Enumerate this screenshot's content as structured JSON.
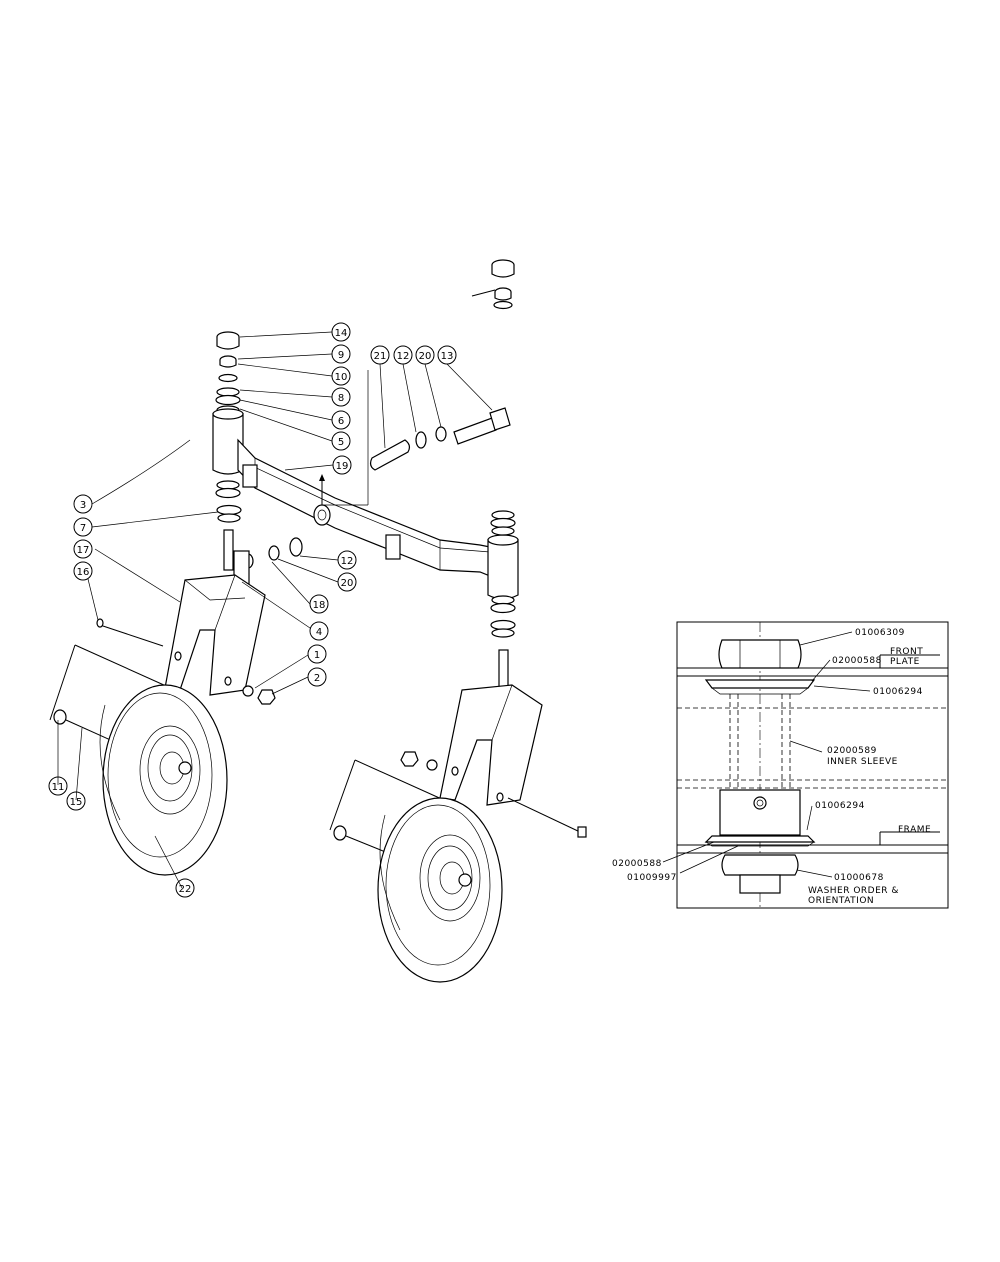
{
  "callouts": {
    "c14": "14",
    "c9": "9",
    "c10": "10",
    "c8": "8",
    "c6": "6",
    "c5": "5",
    "c3": "3",
    "c7": "7",
    "c17": "17",
    "c16": "16",
    "c11": "11",
    "c15": "15",
    "c22": "22",
    "c21": "21",
    "c12a": "12",
    "c20a": "20",
    "c13": "13",
    "c19": "19",
    "c12b": "12",
    "c20b": "20",
    "c18": "18",
    "c4": "4",
    "c1": "1",
    "c2": "2"
  },
  "detail": {
    "p01006309": "01006309",
    "p02000588_top": "02000588",
    "front_plate_1": "FRONT",
    "front_plate_2": "PLATE",
    "p01006294_top": "01006294",
    "p02000589": "02000589",
    "inner_sleeve": "INNER SLEEVE",
    "p01006294_bot": "01006294",
    "frame": "FRAME",
    "p02000588_bot": "02000588",
    "p01009997": "01009997",
    "p01000678": "01000678",
    "washer_1": "WASHER ORDER &",
    "washer_2": "ORIENTATION"
  }
}
